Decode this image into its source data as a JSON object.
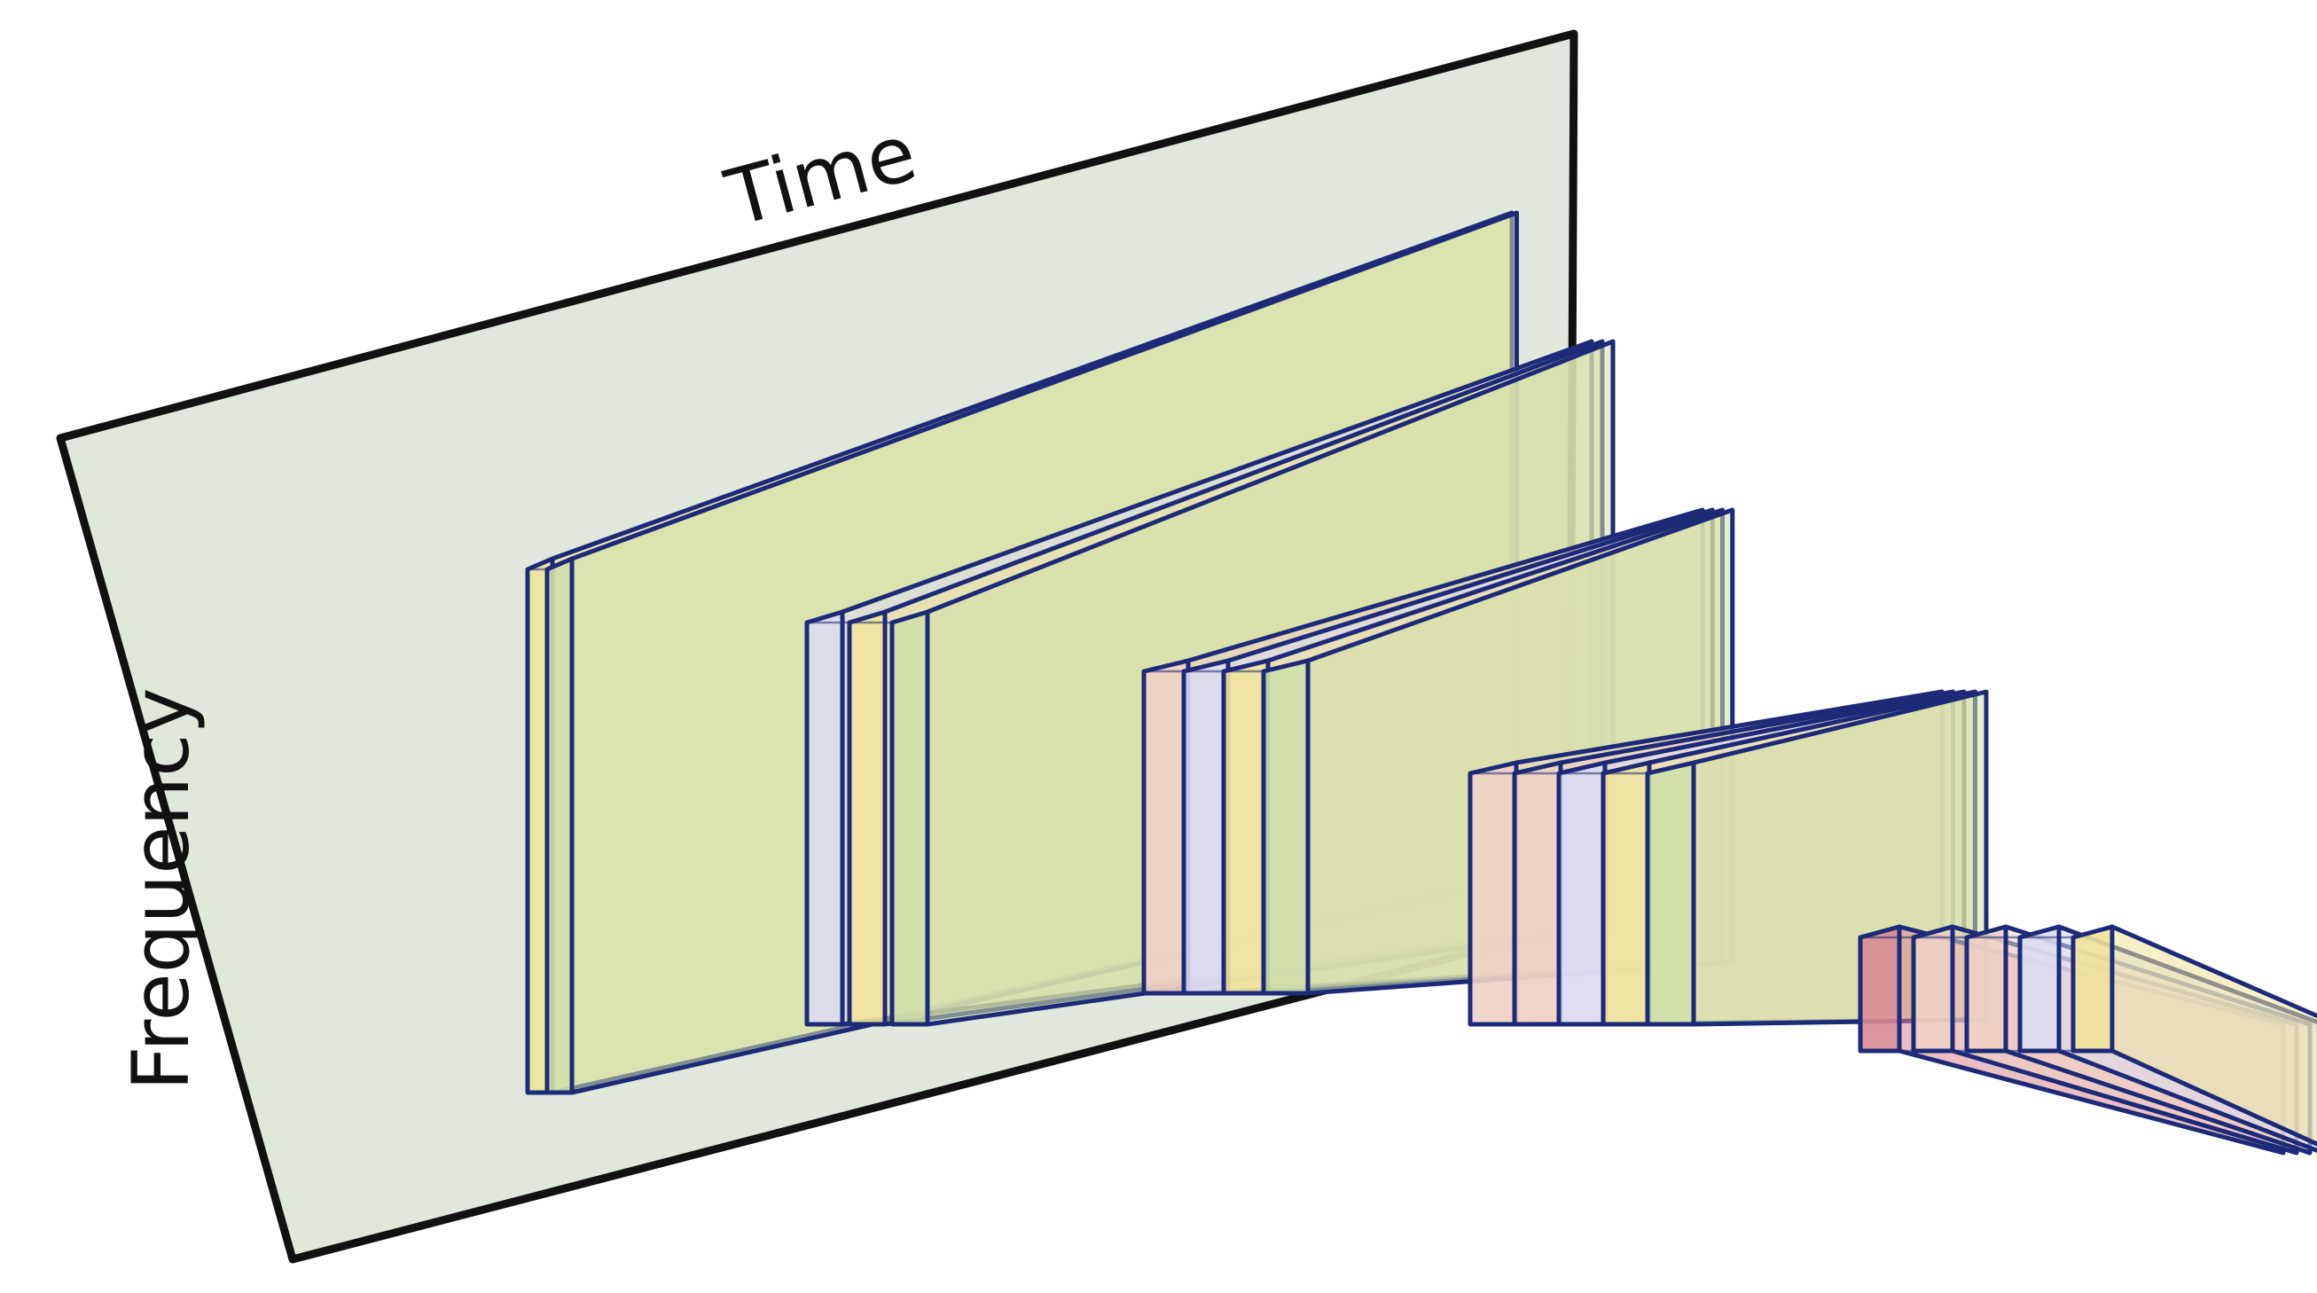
{
  "axes": {
    "time_label": "Time",
    "frequency_label": "Frequency"
  },
  "colors": {
    "background": "#ffffff",
    "spectrogram_plane": "#dfe8da",
    "spectrogram_edge": "#111111",
    "edge": "#1c2a78",
    "yellow": "#efe39a",
    "green": "#cfe0a8",
    "lavender": "#dcdcf2",
    "peach": "#eed2c4",
    "red": "#d88a92"
  },
  "layers": [
    {
      "name": "block-1",
      "slabs": [
        "yellow",
        "green"
      ]
    },
    {
      "name": "block-2",
      "slabs": [
        "lavender",
        "yellow",
        "green"
      ]
    },
    {
      "name": "block-3",
      "slabs": [
        "peach",
        "lavender",
        "yellow",
        "green"
      ]
    },
    {
      "name": "block-4",
      "slabs": [
        "peach",
        "peach",
        "lavender",
        "yellow",
        "green"
      ]
    },
    {
      "name": "block-5",
      "slabs": [
        "red",
        "peach",
        "peach",
        "lavender",
        "yellow"
      ]
    }
  ]
}
